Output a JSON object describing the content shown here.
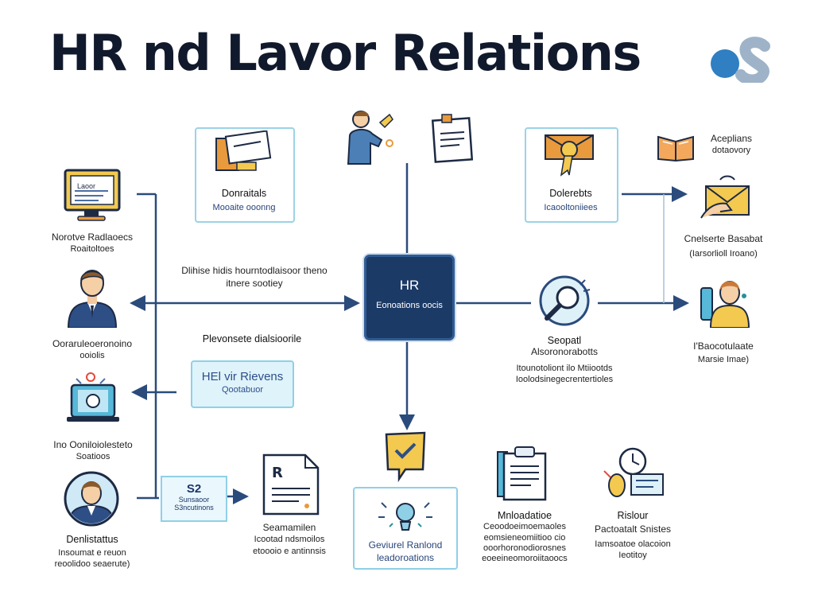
{
  "title": "HR nd Lavor Relations",
  "hub": {
    "title": "HR",
    "subtitle": "Eonoations oocis"
  },
  "center_caption": {
    "line1": "Dlihise hidis hourntodlaisoor theno",
    "line2": "itnere sootiey"
  },
  "left_mid_caption": "Plevonsete dialsioorile",
  "relations_box": {
    "line1": "HEl vir Rievens",
    "line2": "Qootabuor"
  },
  "sz_box": {
    "line1": "S2",
    "line2": "Sunsaoor",
    "line3": "S3ncutinons"
  },
  "left": [
    {
      "title": "Norotve Radlaoecs",
      "sub": "Roaitoltoes",
      "screen_text": "Laoor"
    },
    {
      "title": "Ooraruleoeronoino",
      "sub": "ooiolis"
    },
    {
      "title": "Ino Ooniloiolesteto",
      "sub": "Soatioos"
    },
    {
      "title": "Denlistattus",
      "sub": "Insoumat e reuon",
      "sub2": "reoolidoo seaerute)"
    }
  ],
  "top_boxes": [
    {
      "title": "Donraitals",
      "sub": "Mooaite ooonng"
    },
    {
      "title": "Dolerebts",
      "sub": "Icaooltoniiees"
    }
  ],
  "search": {
    "title": "Seopatl",
    "sub": "Alsoronorabotts",
    "line1": "Itounotoliont ilo Mtiiootds",
    "line2": "Ioolodsinegecrentertioles"
  },
  "right": [
    {
      "title": "Aceplians",
      "sub": "dotaovory"
    },
    {
      "title": "Cnelserte Basabat",
      "sub": "(Iarsorlioll Iroano)"
    },
    {
      "title": "I'Baocotulaate",
      "sub": "Marsie Imae)"
    }
  ],
  "bottom": [
    {
      "title": "Seamamilen",
      "sub": "Icootad ndsmoilos",
      "sub2": "etoooio e antinnsis"
    },
    {
      "title": "Geviurel Ranlond",
      "sub": "leadoroations"
    },
    {
      "title": "Mnloadatioe",
      "sub": "Ceoodoeimoemaoles",
      "sub2": "eomsieneomiitioo cio",
      "sub3": "ooorhoronodiorosnes",
      "sub4": "eoeeineomoroiitaoocs"
    },
    {
      "title": "Rislour",
      "sub": "Pactoatalt Snistes",
      "sub2": "Iamsoatoe olacoion",
      "sub3": "Ieotitoy"
    }
  ],
  "colors": {
    "navy": "#1c3a66",
    "arrow": "#2a4b7c",
    "box_border": "#9bd3e6",
    "accent_blue": "#2f7fc2",
    "accent_gray": "#9eb3c8"
  }
}
